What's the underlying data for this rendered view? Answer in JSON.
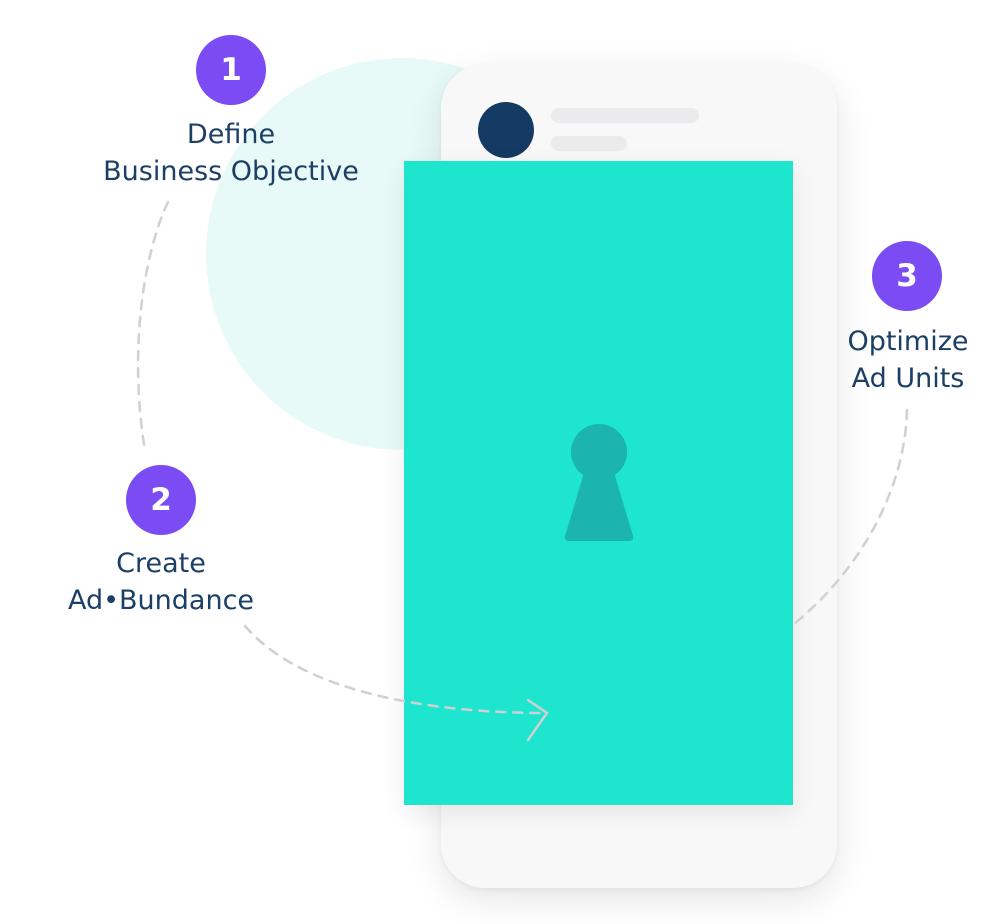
{
  "colors": {
    "accent_purple": "#7b4cf4",
    "text_navy": "#1c3f66",
    "screen_teal": "#1ee6ce",
    "keyhole_teal": "#1bb5ad",
    "avatar_navy": "#123a62",
    "dash_gray": "#d0d0d4"
  },
  "steps": [
    {
      "number": "1",
      "line1": "Define",
      "line2": "Business Objective"
    },
    {
      "number": "2",
      "line1": "Create",
      "line2": "Ad•Bundance"
    },
    {
      "number": "3",
      "line1": "Optimize",
      "line2": "Ad Units"
    }
  ],
  "icons": {
    "lock": "keyhole-icon",
    "profile": "avatar-icon",
    "flow": "arrow-head-icon"
  }
}
